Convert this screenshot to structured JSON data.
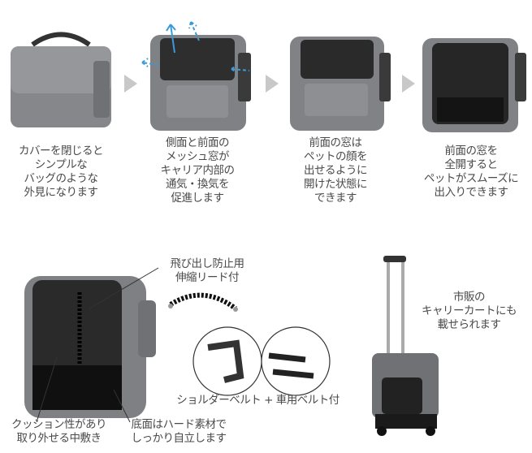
{
  "steps": [
    {
      "caption": "カバーを閉じると\nシンプルな\nバッグのような\n外見になります"
    },
    {
      "caption": "側面と前面の\nメッシュ窓が\nキャリア内部の\n通気・換気を\n促進します"
    },
    {
      "caption": "前面の窓は\nペットの顔を\n出せるように\n開けた状態に\nできます"
    },
    {
      "caption": "前面の窓を\n全開すると\nペットがスムーズに\n出入りできます"
    }
  ],
  "features": {
    "leash_label": "飛び出し防止用\n伸縮リード付",
    "cushion_label": "クッション性があり\n取り外せる中敷き",
    "base_label": "底面はハード素材で\nしっかり自立します",
    "belts_label": "ショルダーベルト + 車用ベルト付",
    "cart_label": "市販の\nキャリーカートにも\n載せられます"
  },
  "colors": {
    "fabric": "#7b7d80",
    "dark": "#2b2b2b",
    "arrow": "#c8c8c8",
    "vent": "#3a9ad9"
  }
}
